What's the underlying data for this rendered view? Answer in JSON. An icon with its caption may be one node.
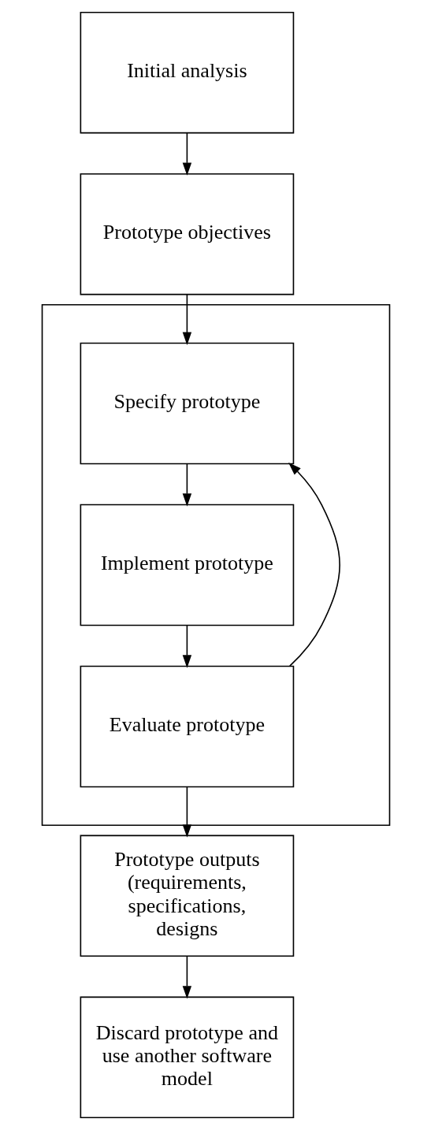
{
  "diagram": {
    "nodes": [
      {
        "text": [
          "Initial analysis"
        ]
      },
      {
        "text": [
          "Prototype objectives"
        ]
      },
      {
        "text": [],
        "shape": "box"
      },
      {
        "text": [
          "Specify prototype"
        ],
        "in": 2
      },
      {
        "text": [
          "Implement prototype"
        ],
        "in": 2
      },
      {
        "text": [
          "Evaluate prototype"
        ],
        "in": 2
      },
      {
        "text": [
          "Prototype outputs (requirements, specifications, designs"
        ]
      },
      {
        "text": [
          "Discard prototype and use another software model"
        ]
      }
    ],
    "edges": [
      {
        "from": 0,
        "to": 1,
        "arrow": "to"
      },
      {
        "from": 1,
        "to": 3,
        "arrow": "to"
      },
      {
        "from": 3,
        "to": 4,
        "arrow": "to"
      },
      {
        "from": 4,
        "to": 5,
        "arrow": "to"
      },
      {
        "from": 5,
        "to": 3,
        "arrow": "to"
      },
      {
        "from": 5,
        "to": 6,
        "arrow": "to"
      },
      {
        "from": 6,
        "to": 7,
        "arrow": "to"
      }
    ]
  }
}
